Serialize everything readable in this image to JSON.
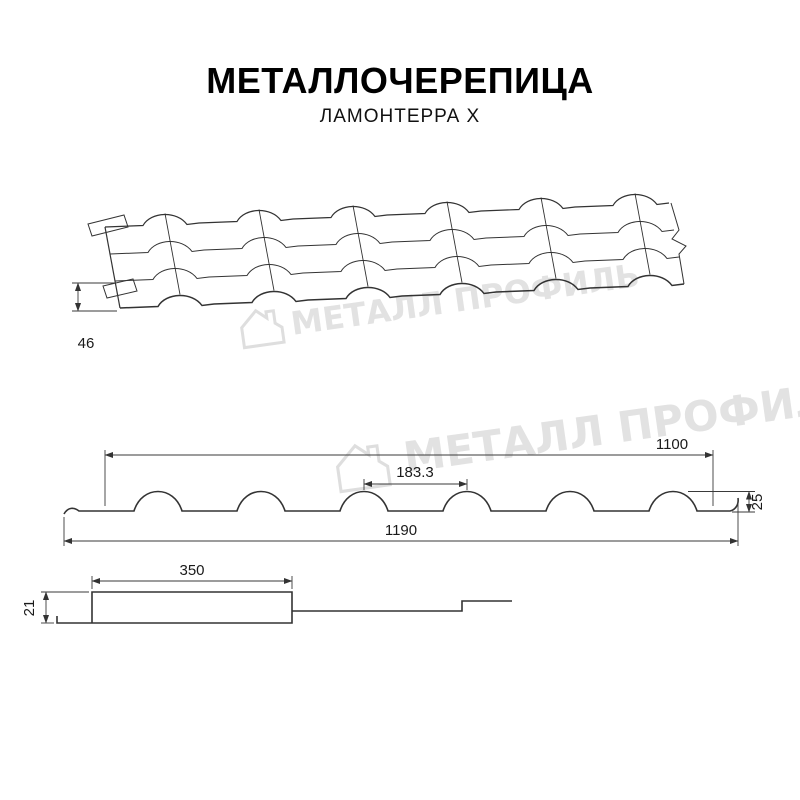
{
  "header": {
    "title": "МЕТАЛЛОЧЕРЕПИЦА",
    "subtitle": "ЛАМОНТЕРРА Х"
  },
  "watermark": {
    "text": "МЕТАЛЛ ПРОФИЛЬ",
    "color": "#e2e2e2"
  },
  "drawing": {
    "line_color": "#333333",
    "perspective": {
      "height_step": "46"
    },
    "profile": {
      "cover_width": "1100",
      "wave_pitch": "183.3",
      "profile_height": "25",
      "full_width": "1190"
    },
    "overlap": {
      "step_length": "350",
      "step_height": "21"
    }
  }
}
